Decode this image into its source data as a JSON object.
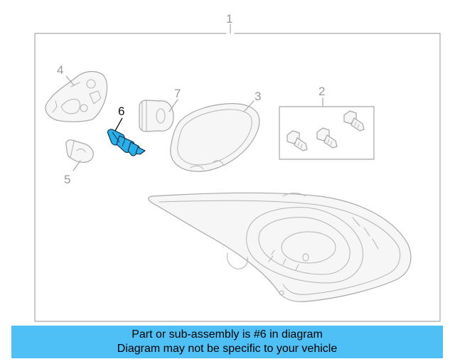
{
  "diagram": {
    "callouts": {
      "assembly": "1",
      "bolts": "2",
      "gasket": "3",
      "socket": "4",
      "bulb_small": "5",
      "highlighted_part": "6",
      "bulb_large": "7"
    },
    "highlight_color": "#29aee8"
  },
  "banner": {
    "line1": "Part or sub-assembly is #6 in diagram",
    "line2": "Diagram may not be specific to your vehicle",
    "background": "#4fc0f5"
  }
}
